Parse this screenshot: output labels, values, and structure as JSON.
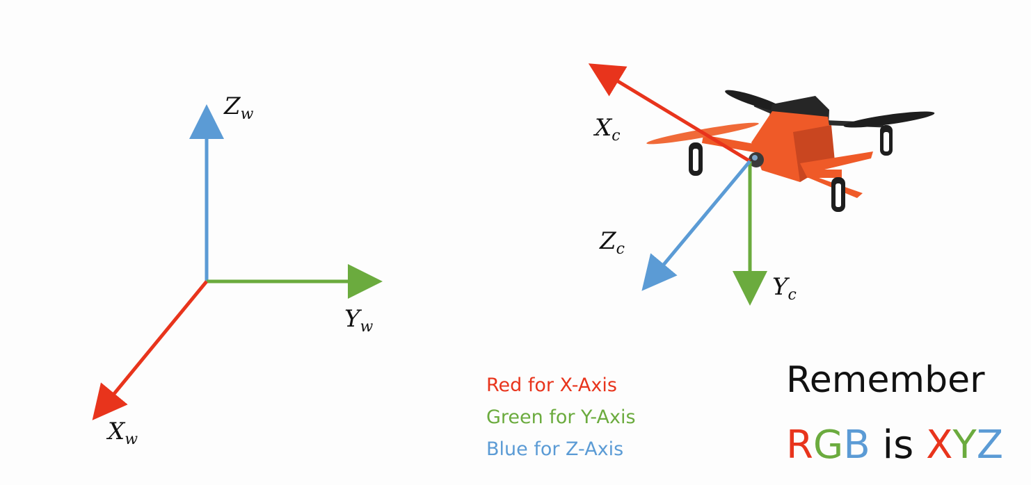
{
  "world_frame": {
    "x_label": "X",
    "x_sub": "w",
    "y_label": "Y",
    "y_sub": "w",
    "z_label": "Z",
    "z_sub": "w"
  },
  "camera_frame": {
    "x_label": "X",
    "x_sub": "c",
    "y_label": "Y",
    "y_sub": "c",
    "z_label": "Z",
    "z_sub": "c"
  },
  "legend": {
    "red_text": "Red for X-Axis",
    "green_text": "Green for Y-Axis",
    "blue_text": "Blue for Z-Axis"
  },
  "mnemonic": {
    "title": "Remember",
    "r": "R",
    "g": "G",
    "b": "B",
    "is": " is ",
    "x": "X",
    "y": "Y",
    "z": "Z"
  },
  "colors": {
    "x_axis": "#e8341c",
    "y_axis": "#6bab3e",
    "z_axis": "#5b9bd5",
    "drone_body": "#ef5a28",
    "drone_dark": "#2b2b2b"
  }
}
